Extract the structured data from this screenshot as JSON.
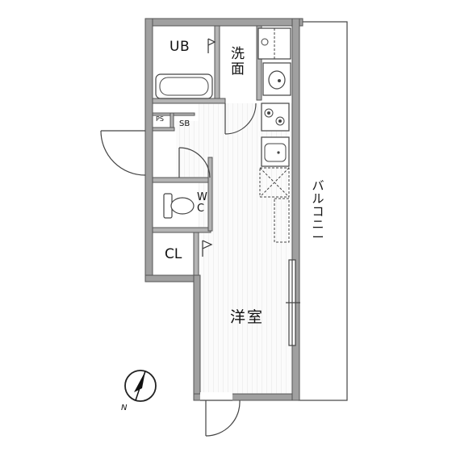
{
  "rooms": {
    "bath": "UB",
    "washroom": "洗面",
    "pipe_space": "PS",
    "breaker": "SB",
    "toilet": "WC",
    "closet": "CL",
    "main_room": "洋室",
    "balcony": "バルコニー"
  },
  "compass": {
    "north_label": "N",
    "icon": "north-arrow-icon"
  },
  "colors": {
    "wall_fill": "#a0a0a0",
    "wall_outline": "#555555",
    "floor_light": "#f4f4f4",
    "line": "#444444"
  }
}
